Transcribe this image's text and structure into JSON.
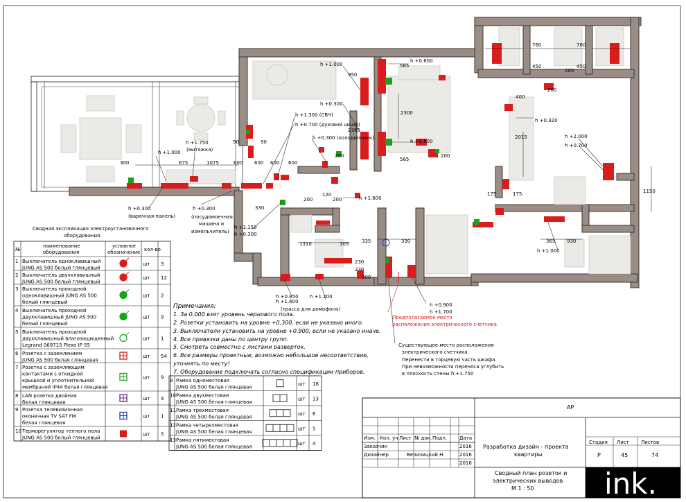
{
  "plan": {
    "heights": {
      "h1000a": "h +1.000",
      "h0600a": "h +0.600",
      "h0300a": "h +0.300",
      "h1300": "h +1.300 (СВЧ)",
      "h0700duh": "h +0.700 (духовой шкаф)",
      "h0300hol": "h +0.300 (холодильник)",
      "h1750": "h +1.750",
      "vytyazhka": "(вытяжка)",
      "h1000b": "h +1.000",
      "h0600b": "h +0.600",
      "h0320": "h +0.320",
      "h2000": "h +2.000",
      "h0700b": "h +0.700",
      "h1600a": "h +1.600",
      "h1150": "h +1.150",
      "h0300b": "h +0.300",
      "h0300c": "h +0.300",
      "varochnaya": "(варочная панель)",
      "h0300d": "h +0.300",
      "posudomoechnaya1": "(посудомоечная",
      "posudomoechnaya2": "машина и",
      "posudomoechnaya3": "измельчитель)",
      "h1000c": "h +1.000",
      "h0850": "h +0.850",
      "h1600b": "h +1.600",
      "h1200": "h +1.200",
      "trassa": "(трасса для домофона)",
      "h0900": "h +0.900",
      "h1700": "h +1.700"
    },
    "dims": {
      "d760a": "760",
      "d760b": "760",
      "d450a": "450",
      "d450b": "450",
      "d200a": "200",
      "d200b": "200",
      "d400": "400",
      "d950": "950",
      "d565a": "565",
      "d565b": "565",
      "d2300": "2300",
      "d2385": "2385",
      "d2015": "2015",
      "d175a": "175",
      "d175b": "175",
      "d1150": "1150",
      "d300a": "300",
      "d675": "675",
      "d1075": "1075",
      "d600a": "600",
      "d600b": "600",
      "d600c": "600",
      "d600d": "600",
      "d90a": "90",
      "d90b": "90",
      "d200c": "200",
      "d200d": "200",
      "d200e": "200",
      "d200f": "200",
      "d120": "120",
      "d330a": "330",
      "d1310": "1310",
      "d305": "305",
      "d335": "335",
      "d330b": "330",
      "d230a": "230",
      "d230b": "230",
      "d300b": "300",
      "d365": "365",
      "d930": "930"
    },
    "red_note1": "Предполагаемое место",
    "red_note2": "расположения электрического счетчика",
    "meter_note": [
      "Существующее место расположения",
      "электрического счетчика.",
      "Перенести в торцевую часть шкафа.",
      "При невозможности переноса углубить",
      "в плоскость стены      h +1.750"
    ]
  },
  "notes": {
    "title": "Примечания:",
    "items": [
      "1. За 0.000 взят уровень чернового пола.",
      "2. Розетки установить на уровне +0.300, если не указано иного.",
      "3. Выключатели установить на уровне +0.900, если не указано иначе.",
      "4. Все привязки даны по центру групп.",
      "5. Смотреть совместно с листами разверток.",
      "6. Все размеры проектные, возможно небольшое несоответствие,",
      "уточнять по месту!",
      "7. Оборудование подключать согласно спецификации приборов."
    ]
  },
  "spec": {
    "title1": "Сводная экспликация электроустановочного",
    "title2": "оборудования.",
    "headers": [
      "№",
      "наименование оборудования",
      "условное обозначение",
      "кол-во"
    ],
    "rows": [
      {
        "n": "1",
        "name": [
          "Выключатель одноклавишный",
          "JUNG AS 500 белый глянцевый"
        ],
        "unit": "шт",
        "qty": "3",
        "sym": "sw1"
      },
      {
        "n": "2",
        "name": [
          "Выключатель двухклавишный",
          "JUNG AS 500 белый глянцевый"
        ],
        "unit": "шт",
        "qty": "12",
        "sym": "sw2"
      },
      {
        "n": "3",
        "name": [
          "Выключатель проходной",
          "одноклавишный JUNG AS 500",
          "белый глянцевый"
        ],
        "unit": "шт",
        "qty": "2",
        "sym": "pass1"
      },
      {
        "n": "4",
        "name": [
          "Выключатель проходной",
          "двухклавишный JUNG AS 500",
          "белый глянцевый"
        ],
        "unit": "шт",
        "qty": "9",
        "sym": "pass2"
      },
      {
        "n": "5",
        "name": [
          "Выключатель проходной",
          "двухклавишный влагозащищенный",
          "Legrand 069715 Plexo IP 55"
        ],
        "unit": "шт",
        "qty": "1",
        "sym": "pass3"
      },
      {
        "n": "6",
        "name": [
          "Розетка с заземлением",
          "JUNG AS 500 белая глянцевая"
        ],
        "unit": "шт",
        "qty": "54",
        "sym": "sock"
      },
      {
        "n": "7",
        "name": [
          "Розетка с заземляющим",
          "контактами с откидной",
          "крышкой и уплотнительной",
          "мембраной IP44 белая глянцевая"
        ],
        "unit": "шт",
        "qty": "9",
        "sym": "sockip"
      },
      {
        "n": "8",
        "name": [
          "LAN розетка двойная",
          "белая глянцевая"
        ],
        "unit": "шт",
        "qty": "4",
        "sym": "lan"
      },
      {
        "n": "9",
        "name": [
          "Розетка телевизионная",
          "оконечная TV SAT FM",
          "белая глянцевая"
        ],
        "unit": "шт",
        "qty": "1",
        "sym": "tv"
      },
      {
        "n": "10",
        "name": [
          "Терморегулятор теплого пола",
          "JUNG AS 500 белый глянцевый"
        ],
        "unit": "шт",
        "qty": "5",
        "sym": "thermo"
      }
    ],
    "frames": [
      {
        "n": "9",
        "name": [
          "Рамка одноместовая",
          "JUNG AS 500 белая глянцевая"
        ],
        "unit": "шт",
        "qty": "18",
        "k": 1
      },
      {
        "n": "10",
        "name": [
          "Рамка двухместовая",
          "JUNG AS 500 белая глянцевая"
        ],
        "unit": "шт",
        "qty": "13",
        "k": 2
      },
      {
        "n": "11",
        "name": [
          "Рамка трехместовая",
          "JUNG AS 500 белая глянцевая"
        ],
        "unit": "шт",
        "qty": "6",
        "k": 3
      },
      {
        "n": "12",
        "name": [
          "Рамка четырехместовая",
          "JUNG AS 500 белая глянцевая"
        ],
        "unit": "шт",
        "qty": "5",
        "k": 4
      },
      {
        "n": "13",
        "name": [
          "Рамка пятиместовая",
          "JUNG AS 500 белая глянцевая"
        ],
        "unit": "шт",
        "qty": "4",
        "k": 5
      }
    ]
  },
  "stamp": {
    "code": "АР",
    "cols": [
      "Изм.",
      "Кол. уч",
      "Лист",
      "№ док.",
      "Подп.",
      "Дата"
    ],
    "customer_label": "Заказчик",
    "designer_label": "Дизайнер",
    "designer_name": "Величицкий Н.",
    "years": [
      "2016",
      "2016",
      "2016"
    ],
    "project_title1": "Разработка дизайн - проекта",
    "project_title2": "квартиры",
    "sheet_title1": "Сводный план розеток и",
    "sheet_title2": "электрических выводов",
    "sheet_title3": "М 1 : 50",
    "stage_label": "Стадия",
    "sheet_label": "Лист",
    "sheets_label": "Листов",
    "stage": "Р",
    "sheet": "45",
    "sheets": "74",
    "logo": "ink."
  }
}
